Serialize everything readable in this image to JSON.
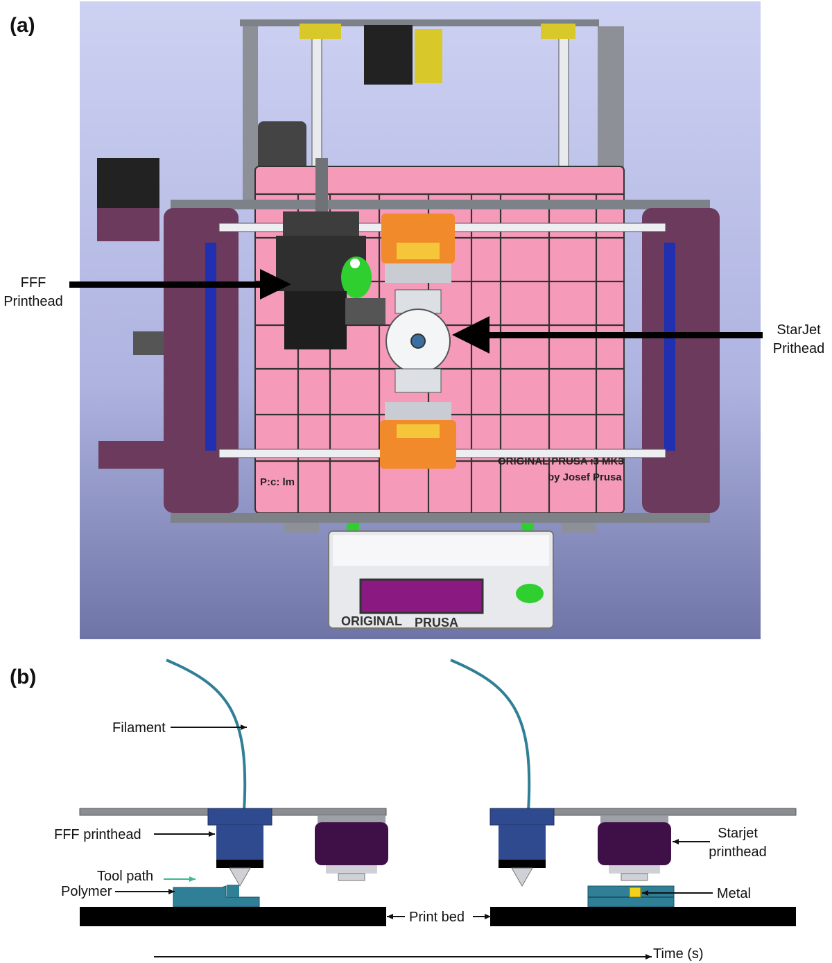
{
  "panel_a": {
    "letter": "(a)",
    "fff_label_line1": "FFF",
    "fff_label_line2": "Printhead",
    "starjet_label_line1": "StarJet",
    "starjet_label_line2": "Prithead",
    "bed_text_left": "P:c: lm",
    "bed_text_right_line1": "ORIGINAL PRUSA i3 MK3",
    "bed_text_right_line2": "by Josef Prusa",
    "lcd_brand_small": "ORIGINAL",
    "lcd_brand_large": "PRUSA",
    "colors": {
      "background_top": "#c9cdf0",
      "background_bottom": "#6c73a8",
      "bed": "#f59ab8",
      "frame_purple": "#6b3a5c",
      "orange_carriage": "#f08a2a",
      "lcd_screen": "#8a1a82"
    }
  },
  "panel_b": {
    "letter": "(b)",
    "filament_label": "Filament",
    "fff_printhead_label": "FFF printhead",
    "tool_path_label": "Tool path",
    "polymer_label": "Polymer",
    "print_bed_label": "Print bed",
    "starjet_printhead_label_line1": "Starjet",
    "starjet_printhead_label_line2": "printhead",
    "metal_label": "Metal",
    "time_label": "Time (s)",
    "colors": {
      "filament": "#2f7f96",
      "fff_head": "#2f4a8f",
      "starjet_head": "#3f1048",
      "polymer": "#2f7f96",
      "metal": "#f2d21a",
      "bed": "#000000",
      "tool_path_arrow": "#3cb890"
    }
  }
}
